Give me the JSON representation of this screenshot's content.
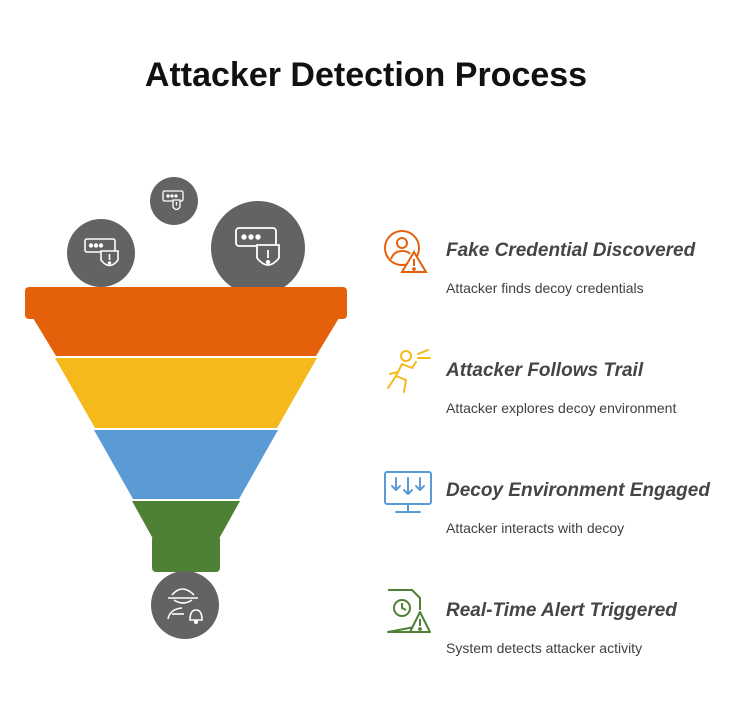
{
  "title": "Attacker Detection Process",
  "colors": {
    "stage1": "#E4600A",
    "stage2": "#F5B91C",
    "stage3": "#5B9BD5",
    "stage4": "#4E8135",
    "bubble": "#636363"
  },
  "funnel_icons": [
    "credential-shield-icon",
    "credential-shield-icon",
    "credential-shield-icon",
    "attacker-alert-icon"
  ],
  "steps": [
    {
      "title": "Fake Credential Discovered",
      "description": "Attacker finds decoy credentials",
      "icon": "user-warning-icon",
      "color": "#E4600A"
    },
    {
      "title": "Attacker Follows Trail",
      "description": "Attacker explores decoy environment",
      "icon": "running-person-icon",
      "color": "#F5B91C"
    },
    {
      "title": "Decoy Environment Engaged",
      "description": "Attacker interacts with decoy",
      "icon": "monitor-download-icon",
      "color": "#5B9BD5"
    },
    {
      "title": "Real-Time Alert Triggered",
      "description": "System detects attacker activity",
      "icon": "document-clock-warning-icon",
      "color": "#4E8135"
    }
  ]
}
